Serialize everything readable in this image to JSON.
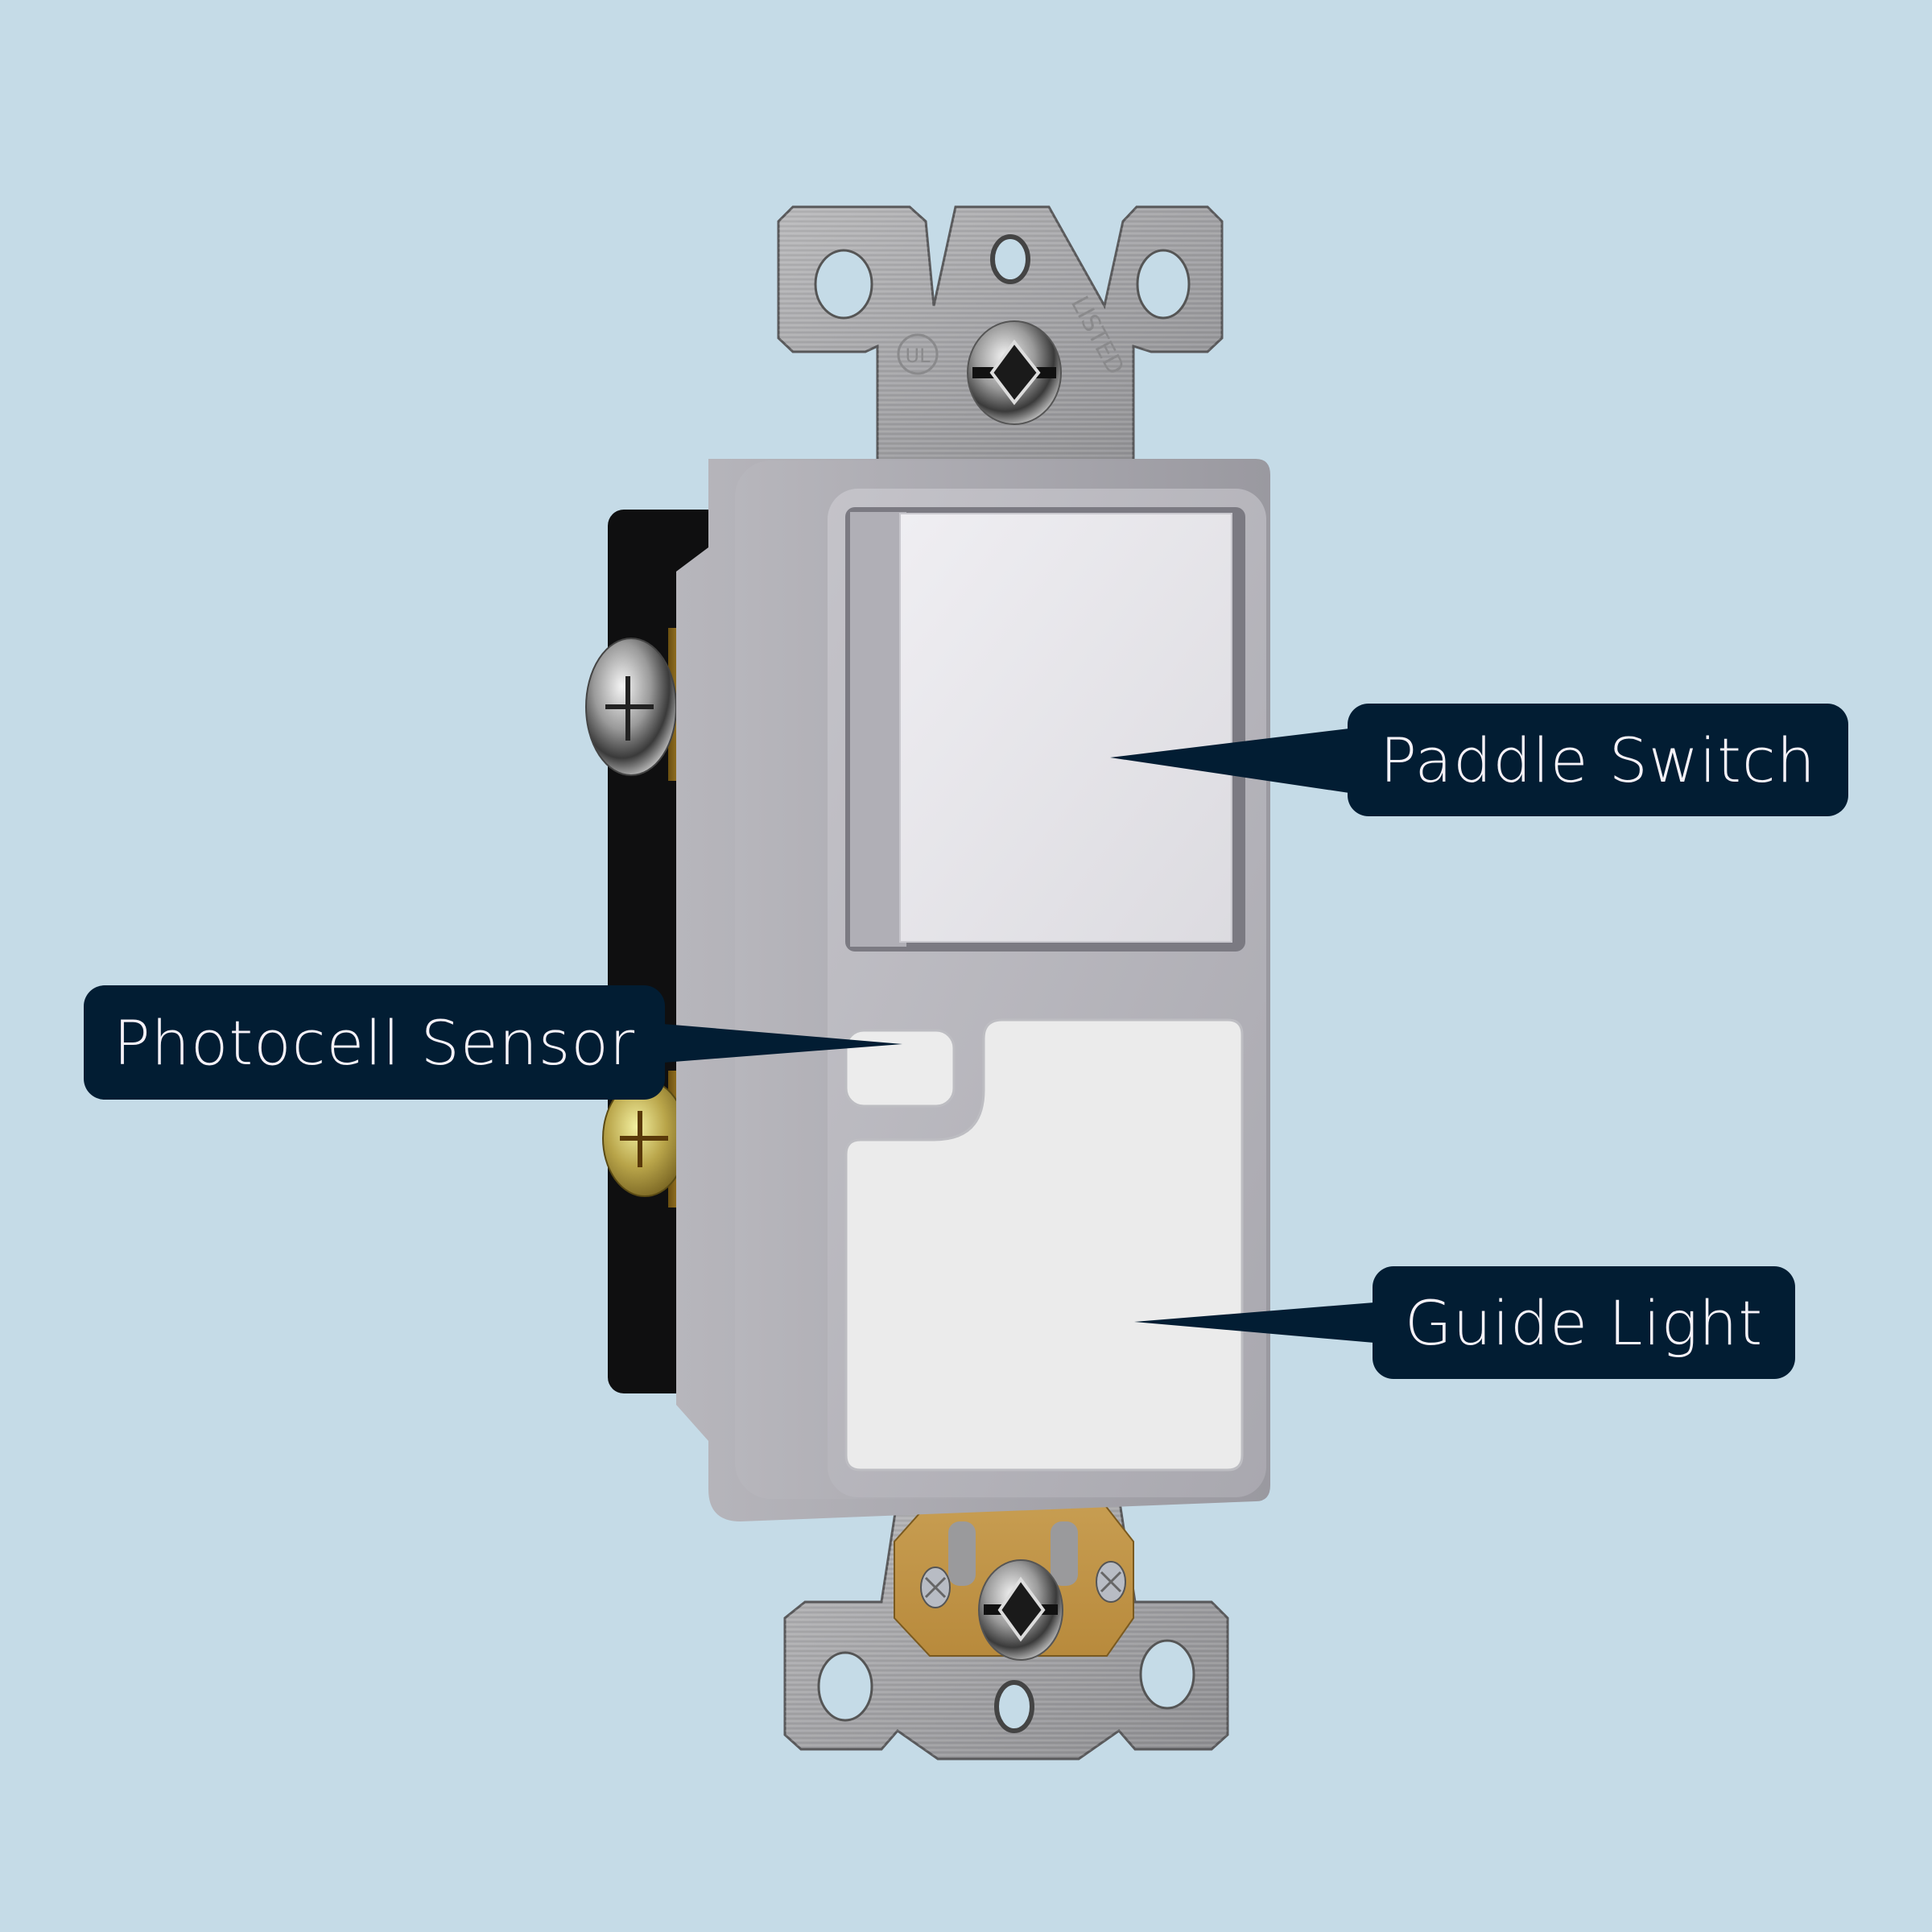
{
  "image": {
    "subject": "Paddle light switch with photocell sensor and guide light",
    "background_color": "#C5DBE7",
    "label_color": "#021D33",
    "label_text_color": "#F6F2F8"
  },
  "callouts": [
    {
      "id": "paddle",
      "label": "Paddle Switch",
      "points_to": "paddle-switch"
    },
    {
      "id": "photocell",
      "label": "Photocell Sensor",
      "points_to": "photocell-window"
    },
    {
      "id": "guide",
      "label": "Guide Light",
      "points_to": "guide-light-panel"
    }
  ],
  "device": {
    "strap_markings": {
      "ul_logo": "UL",
      "listed_text": "LISTED"
    }
  }
}
